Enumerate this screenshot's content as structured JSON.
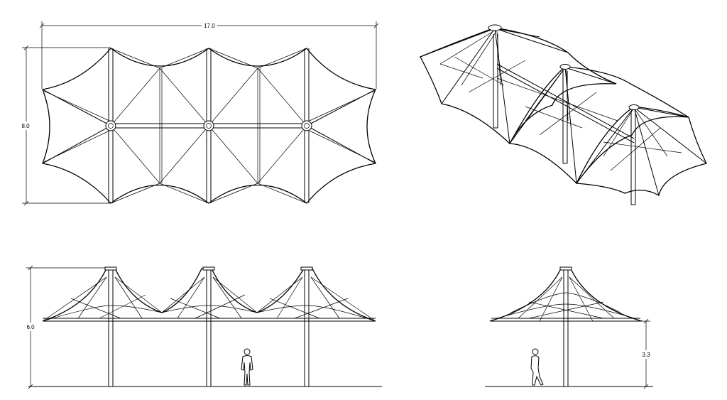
{
  "dimensions": {
    "plan_length": "17.0",
    "plan_width": "8.0",
    "front_height": "6.0",
    "side_clearance": "3.3"
  },
  "views": [
    "plan",
    "perspective",
    "front-elevation",
    "side-elevation"
  ]
}
